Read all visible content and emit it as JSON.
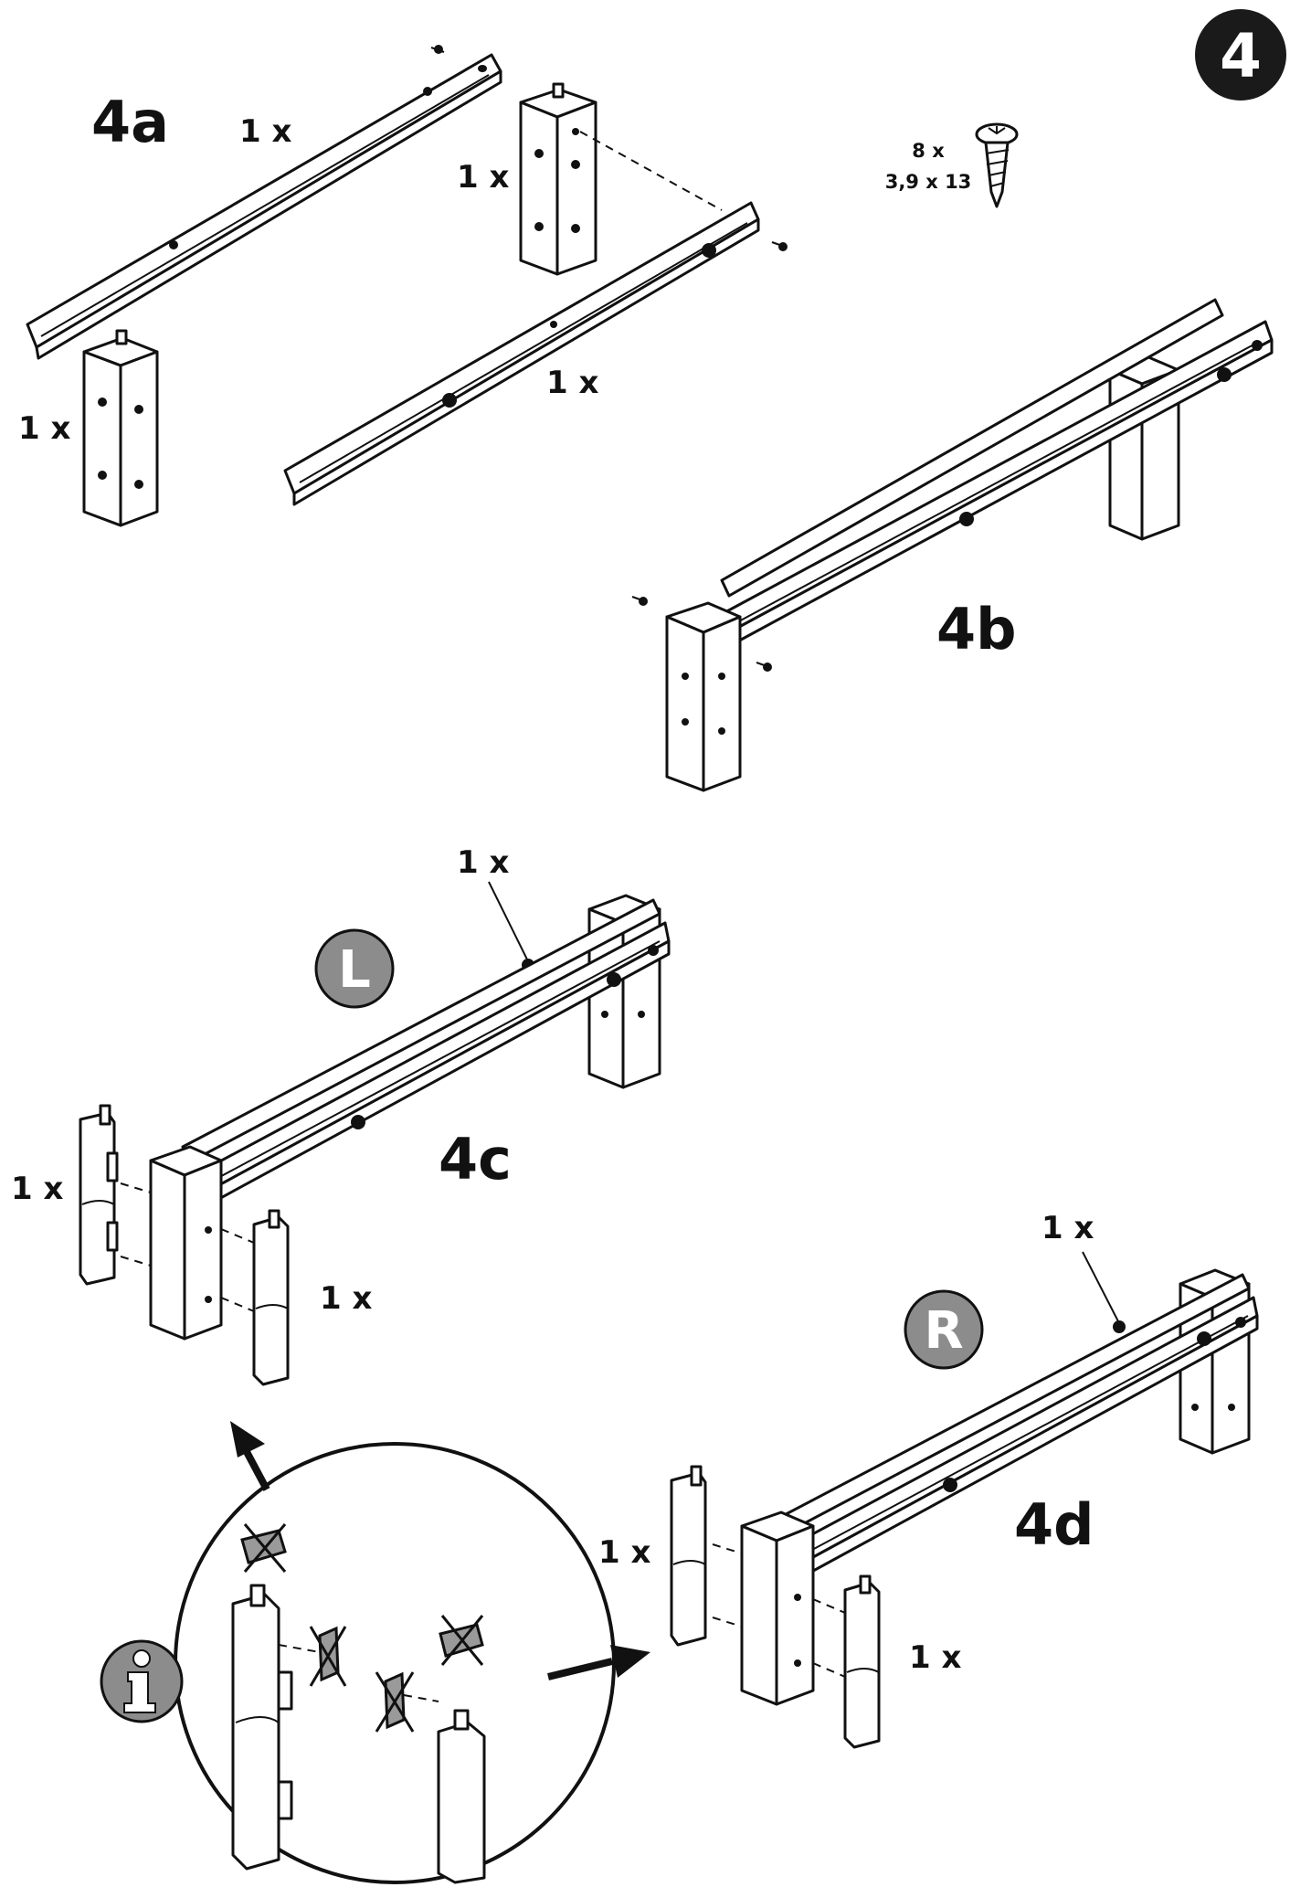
{
  "step_badge": "4",
  "screw": {
    "quantity": "8 x",
    "size": "3,9 x 13",
    "icon": "screw-icon"
  },
  "sub_steps": {
    "a": "4a",
    "b": "4b",
    "c": "4c",
    "d": "4d"
  },
  "quantities": {
    "a_rail_long": "1 x",
    "a_leg_back": "1 x",
    "a_leg_front": "1 x",
    "a_rail_front": "1 x",
    "c_rail": "1 x",
    "c_bracket_left": "1 x",
    "c_bracket_right": "1 x",
    "d_rail": "1 x",
    "d_bracket_left": "1 x",
    "d_bracket_right": "1 x"
  },
  "side_badges": {
    "left": "L",
    "right": "R"
  },
  "info_icon": "info-icon",
  "colors": {
    "badge_dark": "#1a1a1a",
    "badge_grey": "#8c8c8c",
    "line": "#111111"
  }
}
